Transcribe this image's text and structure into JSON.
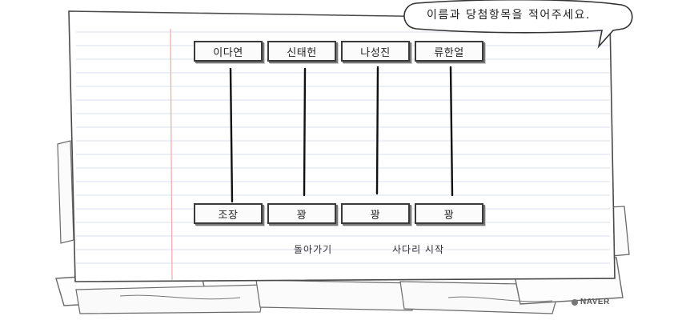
{
  "speech_bubble": {
    "text": "이름과 당첨항목을 적어주세요."
  },
  "players": [
    {
      "name": "이다연"
    },
    {
      "name": "신태헌"
    },
    {
      "name": "나성진"
    },
    {
      "name": "류한얼"
    }
  ],
  "results": [
    {
      "label": "조장"
    },
    {
      "label": "꽝"
    },
    {
      "label": "꽝"
    },
    {
      "label": "꽝"
    }
  ],
  "actions": {
    "back_label": "돌아가기",
    "start_label": "사다리 시작"
  },
  "brand": {
    "name": "NAVER"
  }
}
